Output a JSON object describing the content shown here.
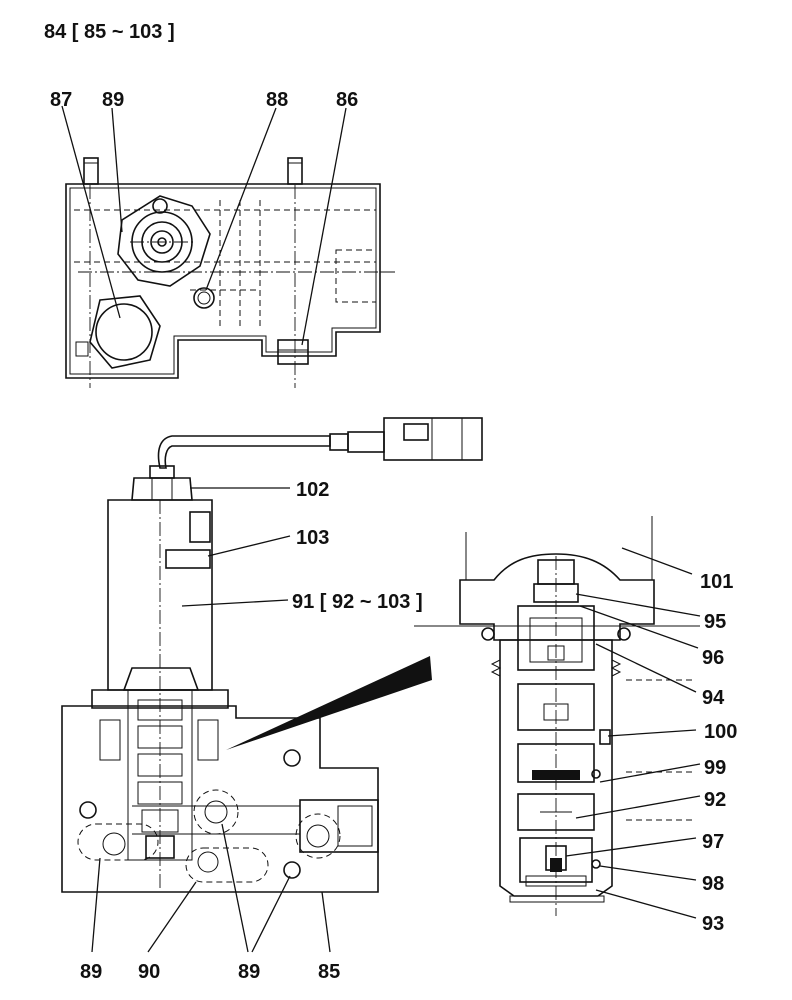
{
  "header": {
    "assembly_label": "84 [ 85 ~ 103 ]"
  },
  "callouts": {
    "c87": "87",
    "c89_top": "89",
    "c88": "88",
    "c86": "86",
    "c102": "102",
    "c103": "103",
    "c91": "91 [ 92 ~ 103 ]",
    "c101": "101",
    "c95": "95",
    "c96": "96",
    "c94": "94",
    "c100": "100",
    "c99": "99",
    "c92": "92",
    "c97": "97",
    "c98": "98",
    "c93": "93",
    "c89_bl": "89",
    "c90": "90",
    "c89_bm": "89",
    "c85": "85"
  }
}
